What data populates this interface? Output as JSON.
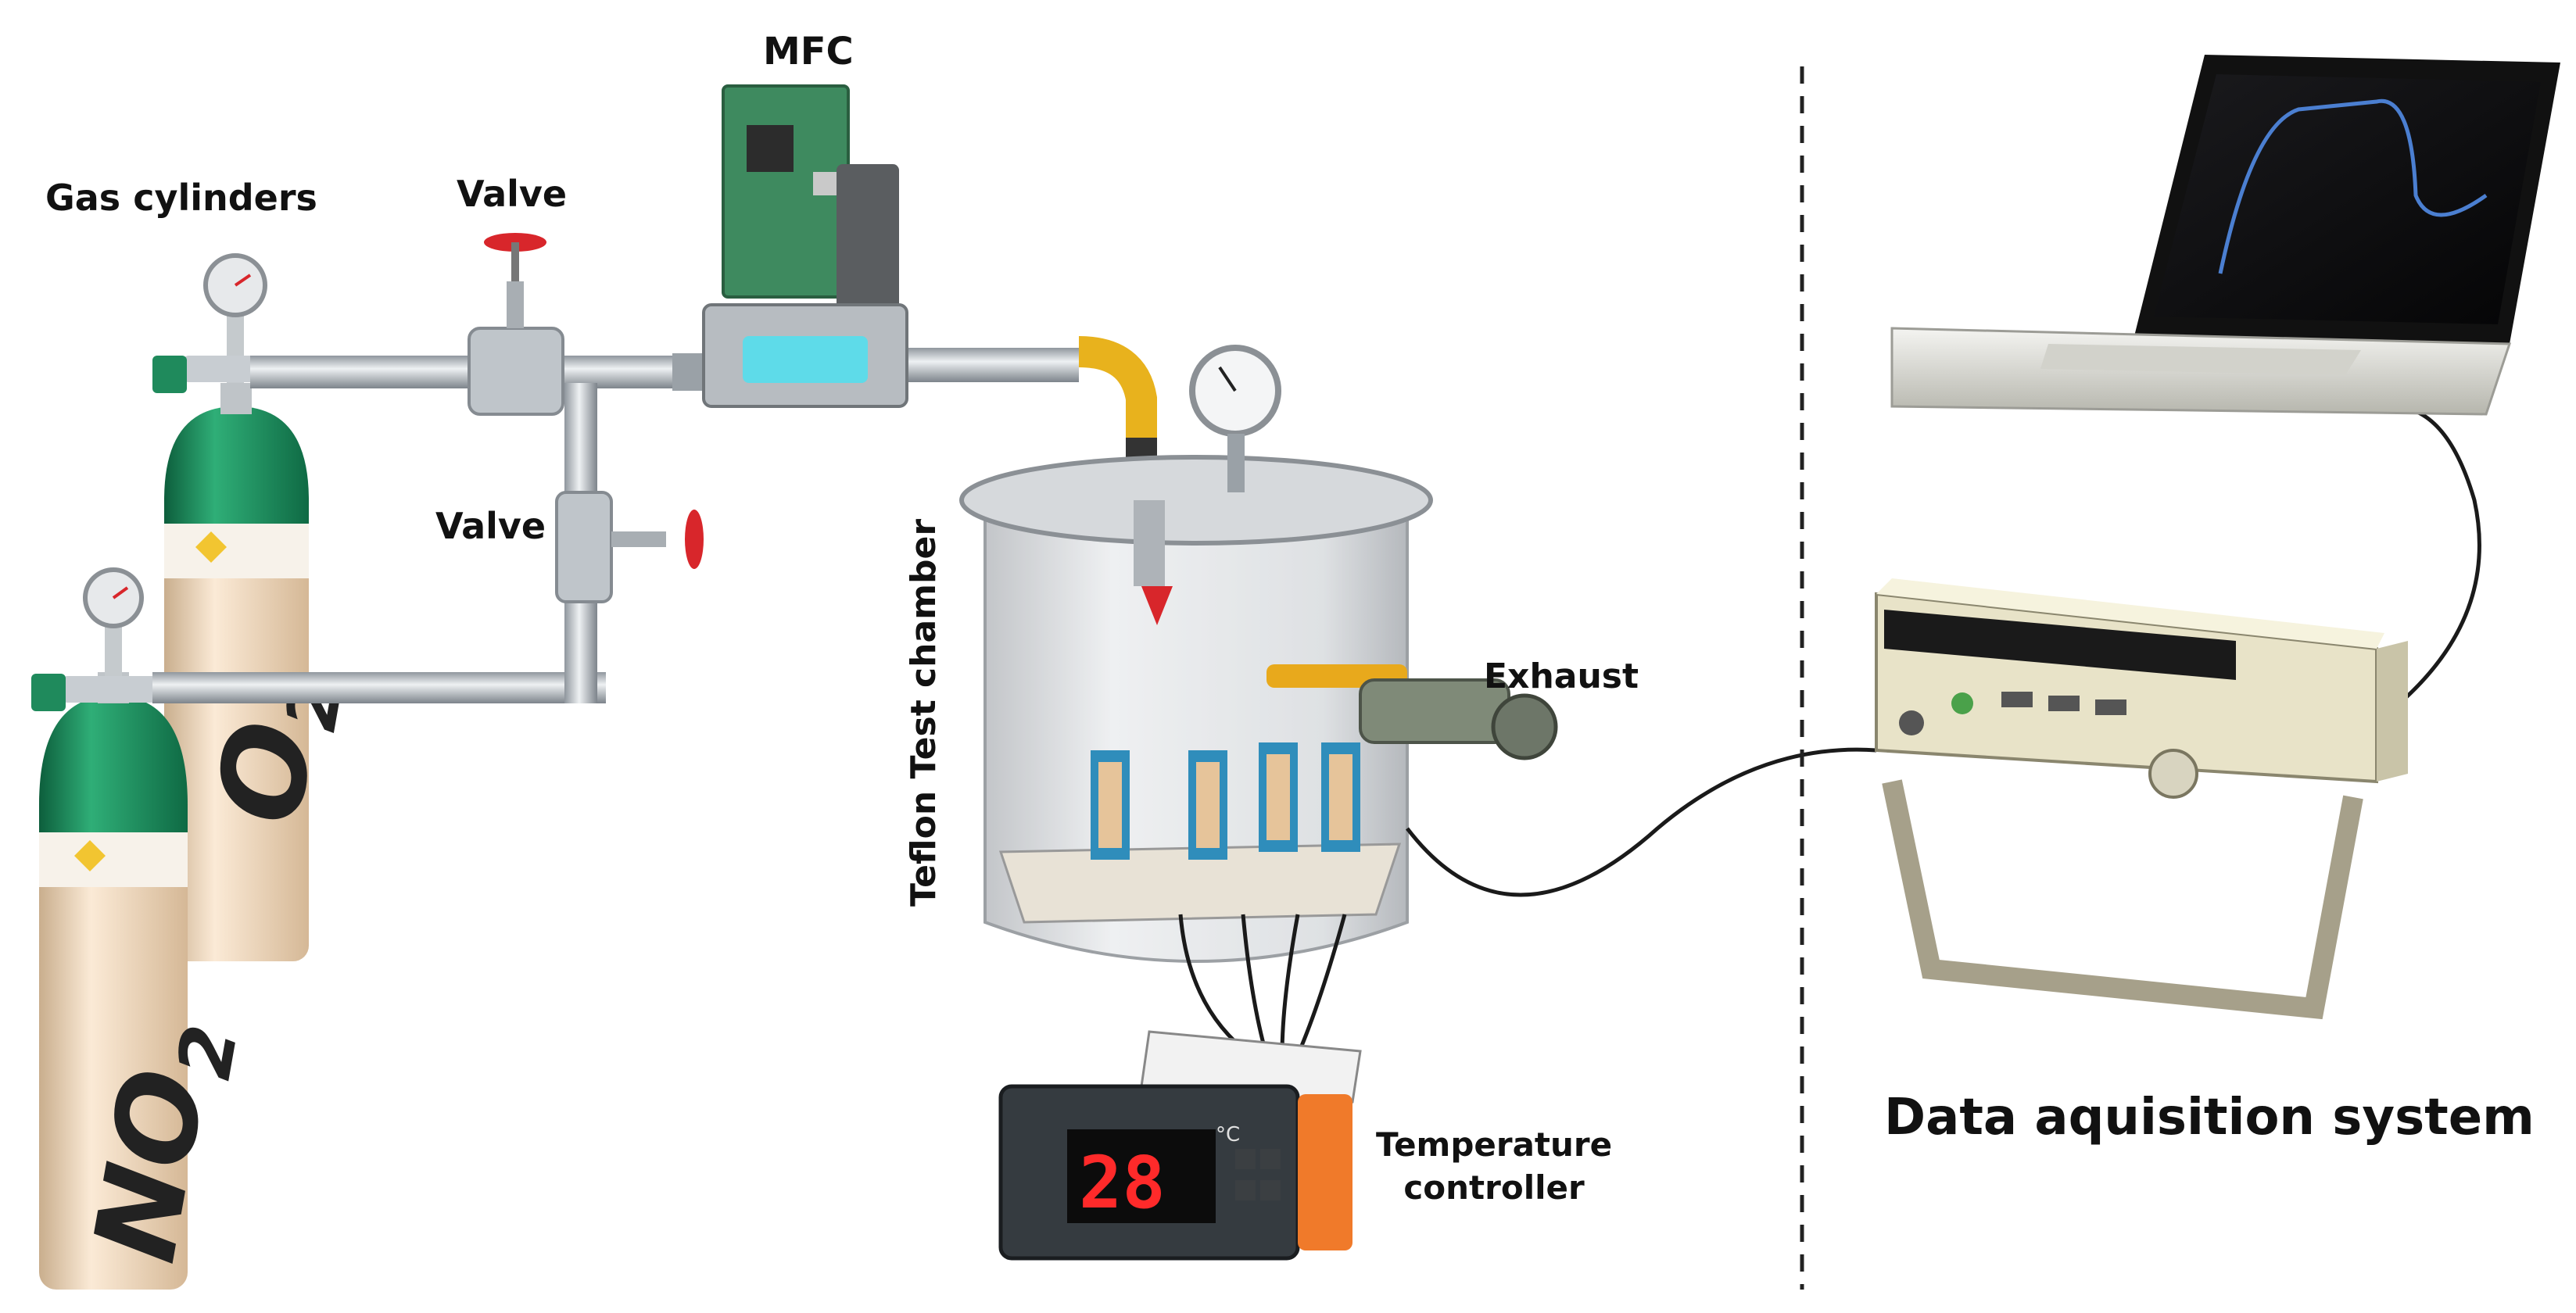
{
  "labels": {
    "gas_cylinders": "Gas cylinders",
    "valve_top": "Valve",
    "valve_bottom": "Valve",
    "mfc": "MFC",
    "chamber": "Teflon Test chamber",
    "exhaust": "Exhaust",
    "temperature_controller_line1": "Temperature",
    "temperature_controller_line2": "controller",
    "daq": "Data aquisition system"
  },
  "cylinders": {
    "o2": {
      "formula": "O",
      "subscript": "2",
      "cap_color": "#1f8a5c"
    },
    "no2": {
      "formula": "NO",
      "subscript": "2",
      "cap_color": "#1f8a5c"
    },
    "body_color": "#f1dcc0"
  },
  "controller": {
    "display_value": "28",
    "unit": "°C"
  },
  "colors": {
    "pipe": "#c8cdd2",
    "valve_handle": "#d8262b",
    "display_red": "#ff2a2a",
    "dashed_divider": "#222222"
  }
}
